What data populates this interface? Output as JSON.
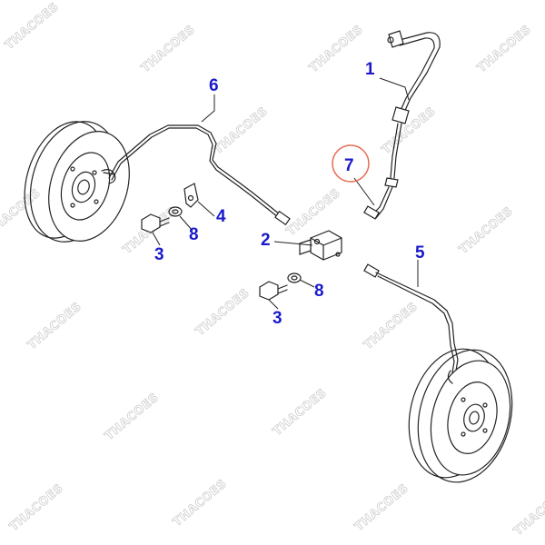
{
  "watermark": "THACOES",
  "callouts": {
    "c1": "1",
    "c2": "2",
    "c3a": "3",
    "c3b": "3",
    "c4": "4",
    "c5": "5",
    "c6": "6",
    "c7": "7",
    "c8a": "8",
    "c8b": "8"
  },
  "colors": {
    "callout_text": "#1a1acc",
    "highlight_circle": "#e86a50",
    "linework": "#222222",
    "watermark": "#c8c8c8"
  }
}
